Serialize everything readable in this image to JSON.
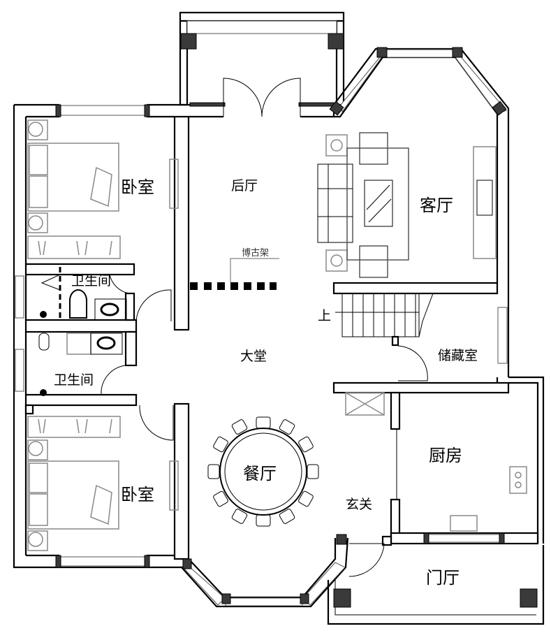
{
  "plan": {
    "rooms": {
      "bedroom_top": "卧室",
      "bedroom_bottom": "卧室",
      "bathroom_top": "卫生间",
      "bathroom_bottom": "卫生间",
      "back_hall": "后厅",
      "living_room": "客厅",
      "lobby": "大堂",
      "storage": "储藏室",
      "kitchen": "厨房",
      "dining": "餐厅",
      "foyer": "玄关",
      "entry_porch": "门厅"
    },
    "annotations": {
      "shelf": "博古架",
      "stairs_up": "上"
    }
  }
}
